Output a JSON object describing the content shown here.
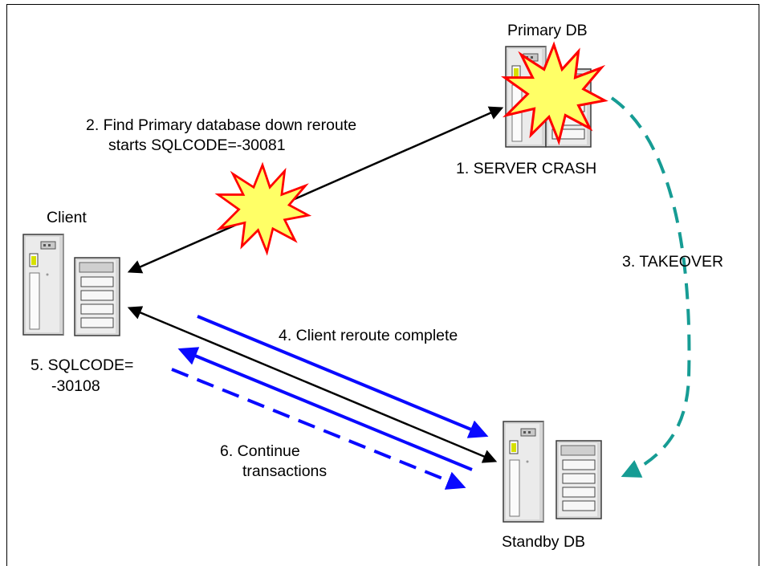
{
  "nodes": {
    "primary": {
      "name": "Primary DB"
    },
    "client": {
      "name": "Client"
    },
    "standby": {
      "name": "Standby DB"
    }
  },
  "steps": {
    "step1": "1. SERVER CRASH",
    "step2_line1": "2. Find Primary database down reroute",
    "step2_line2": "starts SQLCODE=-30081",
    "step3": "3. TAKEOVER",
    "step4": "4. Client reroute complete",
    "step5_line1": "5. SQLCODE=",
    "step5_line2": "-30108",
    "step6_line1": "6. Continue",
    "step6_line2": "transactions"
  },
  "colors": {
    "takeover_arrow": "#169c94",
    "transaction_arrow": "#0a0aff",
    "connection_arrow": "#000000",
    "crash_fill": "#ffff66",
    "crash_stroke": "#ff0000"
  },
  "icons": {
    "server": "server-tower-icon",
    "crash": "explosion-icon"
  }
}
